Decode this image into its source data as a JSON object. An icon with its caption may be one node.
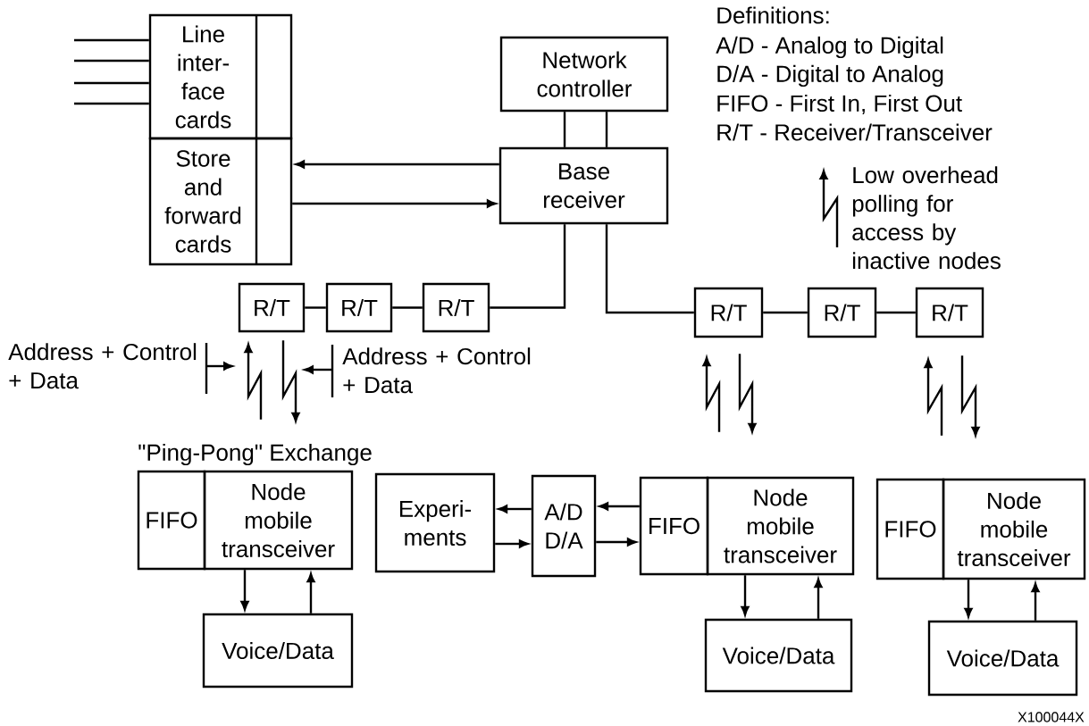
{
  "diagram": {
    "nodes": [
      {
        "text": [
          "Line inter- face cards"
        ]
      },
      {
        "text": [
          "Store and forward cards"
        ]
      },
      {
        "text": [
          "Network controller"
        ]
      },
      {
        "text": [
          "Base receiver"
        ]
      },
      {
        "text": [
          "R/T"
        ]
      },
      {
        "text": [
          "R/T"
        ]
      },
      {
        "text": [
          "R/T"
        ]
      },
      {
        "text": [
          "R/T"
        ]
      },
      {
        "text": [
          "R/T"
        ]
      },
      {
        "text": [
          "R/T"
        ]
      },
      {
        "text": [
          "FIFO"
        ]
      },
      {
        "text": [
          "Node mobile transceiver"
        ]
      },
      {
        "text": [
          "Voice/Data"
        ]
      },
      {
        "text": [
          "Experi- ments"
        ]
      },
      {
        "text": [
          "A/D D/A"
        ]
      },
      {
        "text": [
          "FIFO"
        ]
      },
      {
        "text": [
          "Node mobile transceiver"
        ]
      },
      {
        "text": [
          "Voice/Data"
        ]
      },
      {
        "text": [
          "FIFO"
        ]
      },
      {
        "text": [
          "Node mobile transceiver"
        ]
      },
      {
        "text": [
          "Voice/Data"
        ]
      }
    ],
    "edges": [
      {
        "from": null,
        "to": 0,
        "arrow": "none"
      },
      {
        "from": null,
        "to": 0,
        "arrow": "none"
      },
      {
        "from": null,
        "to": 0,
        "arrow": "none"
      },
      {
        "from": null,
        "to": 0,
        "arrow": "none"
      },
      {
        "from": 2,
        "to": 3,
        "arrow": "none"
      },
      {
        "from": 2,
        "to": 3,
        "arrow": "none"
      },
      {
        "from": 3,
        "to": 1,
        "arrow": "to"
      },
      {
        "from": 1,
        "to": 3,
        "arrow": "to"
      },
      {
        "from": 4,
        "to": 5,
        "arrow": "none"
      },
      {
        "from": 5,
        "to": 6,
        "arrow": "none"
      },
      {
        "from": 6,
        "to": 3,
        "arrow": "none"
      },
      {
        "from": 3,
        "to": 7,
        "arrow": "none"
      },
      {
        "from": 7,
        "to": 8,
        "arrow": "none"
      },
      {
        "from": 8,
        "to": 9,
        "arrow": "none"
      },
      {
        "from": 11,
        "to": 4,
        "arrow": "to"
      },
      {
        "from": 4,
        "to": 11,
        "arrow": "to"
      },
      {
        "from": 14,
        "to": 13,
        "arrow": "to"
      },
      {
        "from": 13,
        "to": 14,
        "arrow": "to"
      },
      {
        "from": 15,
        "to": 14,
        "arrow": "to"
      },
      {
        "from": 14,
        "to": 15,
        "arrow": "to"
      },
      {
        "from": 11,
        "to": 12,
        "arrow": "to"
      },
      {
        "from": 12,
        "to": 11,
        "arrow": "to"
      },
      {
        "from": 16,
        "to": 7,
        "arrow": "to"
      },
      {
        "from": 7,
        "to": 16,
        "arrow": "to"
      },
      {
        "from": 16,
        "to": 17,
        "arrow": "to"
      },
      {
        "from": 17,
        "to": 16,
        "arrow": "to"
      },
      {
        "from": 19,
        "to": 9,
        "arrow": "to"
      },
      {
        "from": 9,
        "to": 19,
        "arrow": "to"
      },
      {
        "from": 19,
        "to": 20,
        "arrow": "to"
      },
      {
        "from": 20,
        "to": 19,
        "arrow": "to"
      }
    ],
    "labels": [
      "Definitions:",
      "A/D - Analog to Digital",
      "D/A - Digital to Analog",
      "FIFO - First In, First Out",
      "R/T - Receiver/Transceiver",
      "Low overhead polling for access by inactive nodes",
      "Address + Control + Data",
      "Address + Control + Data",
      "\"Ping-Pong\" Exchange",
      "X100044X"
    ]
  }
}
